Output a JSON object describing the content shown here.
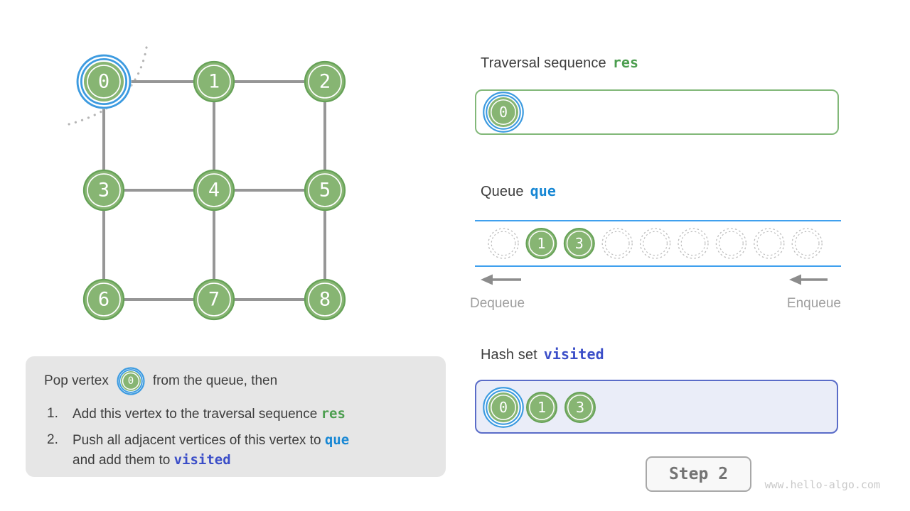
{
  "colors": {
    "node_fill": "#87b573",
    "node_border": "#66a257",
    "highlight_ring": "#3d9be0",
    "edge": "#969696",
    "arc_dots": "#b5b5b5",
    "queue_line": "#3fa0ee",
    "slot_dash": "#bcbcbc",
    "arrow": "#8c8c8c",
    "code_green": "#4c9e4f",
    "code_blue": "#1787d4",
    "code_indigo": "#3b4ec8",
    "visited_box_bg": "#eaedf8",
    "visited_box_border": "#5a6cc8",
    "res_box_border": "#82b879",
    "desc_box_bg": "#e6e6e6"
  },
  "graph": {
    "vertices": [
      {
        "label": "0",
        "highlight": true
      },
      {
        "label": "1",
        "highlight": false
      },
      {
        "label": "2",
        "highlight": false
      },
      {
        "label": "3",
        "highlight": false
      },
      {
        "label": "4",
        "highlight": false
      },
      {
        "label": "5",
        "highlight": false
      },
      {
        "label": "6",
        "highlight": false
      },
      {
        "label": "7",
        "highlight": false
      },
      {
        "label": "8",
        "highlight": false
      }
    ],
    "edges": [
      [
        0,
        1
      ],
      [
        1,
        2
      ],
      [
        3,
        4
      ],
      [
        4,
        5
      ],
      [
        6,
        7
      ],
      [
        7,
        8
      ],
      [
        0,
        3
      ],
      [
        3,
        6
      ],
      [
        1,
        4
      ],
      [
        4,
        7
      ],
      [
        2,
        5
      ],
      [
        5,
        8
      ]
    ]
  },
  "panels": {
    "res": {
      "title": "Traversal sequence",
      "code": "res",
      "items": [
        {
          "label": "0",
          "highlight": true
        }
      ]
    },
    "queue": {
      "title": "Queue",
      "code": "que",
      "slots": [
        "",
        "1",
        "3",
        "",
        "",
        "",
        "",
        "",
        ""
      ],
      "dequeue_label": "Dequeue",
      "enqueue_label": "Enqueue"
    },
    "visited": {
      "title": "Hash set",
      "code": "visited",
      "items": [
        {
          "label": "0",
          "highlight": true
        },
        {
          "label": "1",
          "highlight": false
        },
        {
          "label": "3",
          "highlight": false
        }
      ]
    }
  },
  "description": {
    "pop_prefix": "Pop vertex",
    "inline_node_label": "0",
    "pop_suffix": "from the queue, then",
    "items": [
      {
        "num": "1.",
        "text": "Add this vertex to the traversal sequence ",
        "code": "res"
      },
      {
        "num": "2.",
        "text1": "Push all adjacent vertices of this vertex to ",
        "code1": "que",
        "text2": "and add them to ",
        "code2": "visited"
      }
    ]
  },
  "footer": {
    "step_label": "Step 2",
    "site": "www.hello-algo.com"
  }
}
